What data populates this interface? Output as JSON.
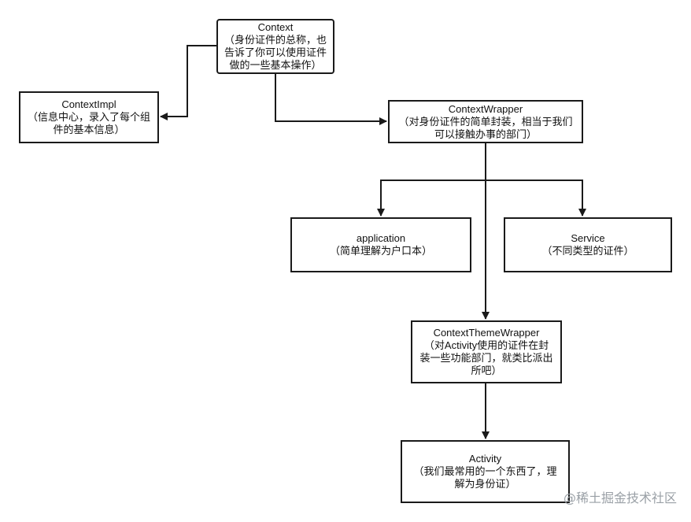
{
  "nodes": {
    "context": {
      "title": "Context",
      "desc": "（身份证件的总称，也\n告诉了你可以使用证件\n做的一些基本操作）"
    },
    "context_impl": {
      "title": "ContextImpl",
      "desc": "（信息中心，录入了每个组\n件的基本信息）"
    },
    "context_wrapper": {
      "title": "ContextWrapper",
      "desc": "（对身份证件的简单封装，相当于我们\n可以接触办事的部门）"
    },
    "application": {
      "title": "application",
      "desc": "（简单理解为户口本）"
    },
    "service": {
      "title": "Service",
      "desc": "（不同类型的证件）"
    },
    "context_theme_wrapper": {
      "title": "ContextThemeWrapper",
      "desc": "（对Activity使用的证件在封\n装一些功能部门，就类比派出\n所吧）"
    },
    "activity": {
      "title": "Activity",
      "desc": "（我们最常用的一个东西了，理\n解为身份证）"
    }
  },
  "watermark": "@稀土掘金技术社区"
}
